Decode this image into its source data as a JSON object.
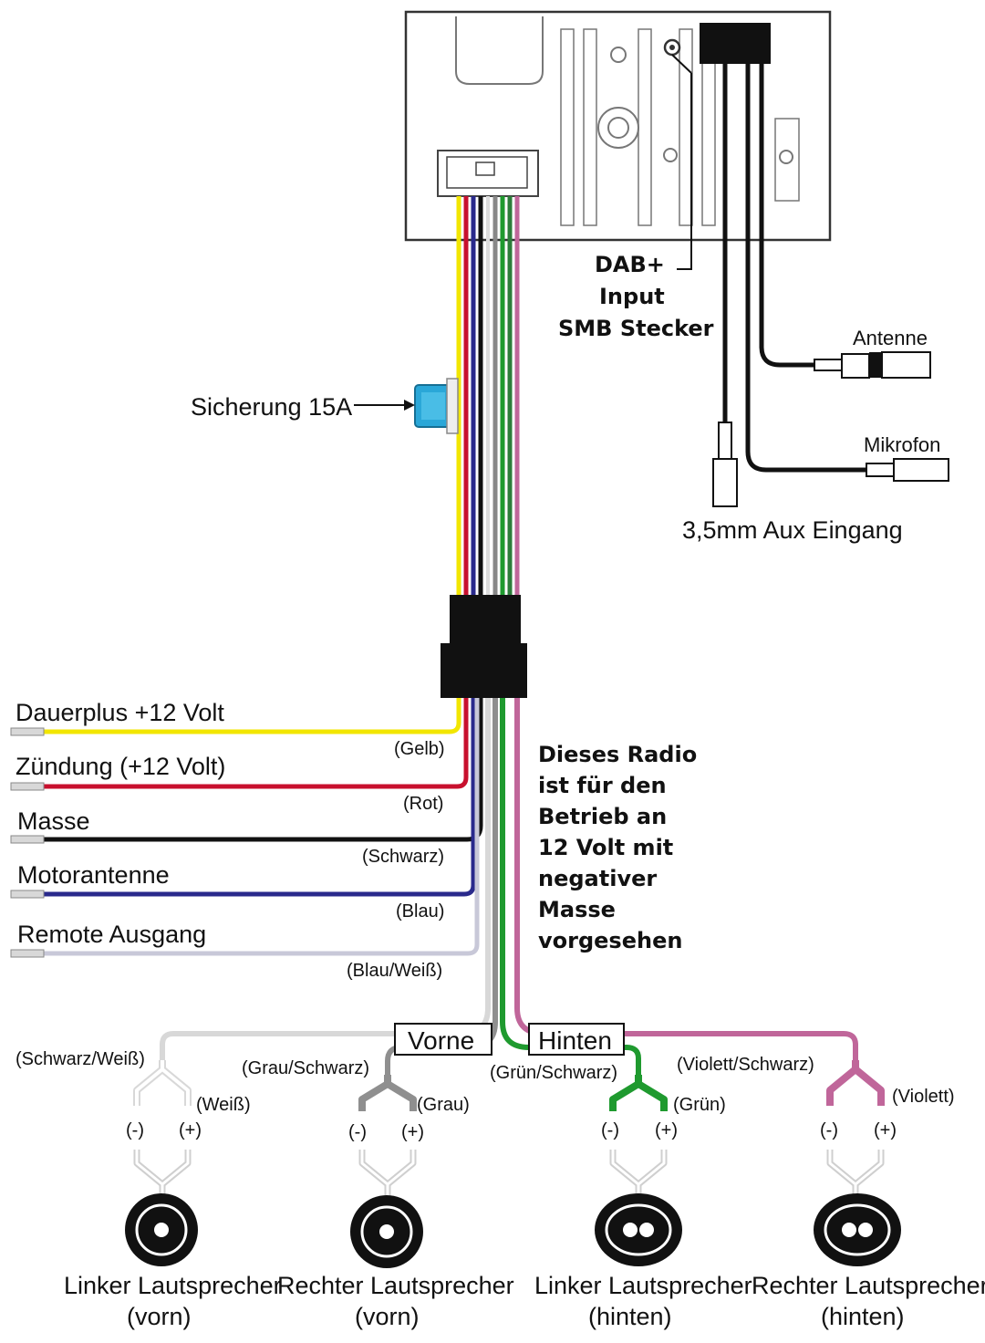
{
  "labels": {
    "dab": [
      "DAB+",
      "Input",
      "SMB Stecker"
    ],
    "antenne": "Antenne",
    "mikrofon": "Mikrofon",
    "aux": "3,5mm Aux Eingang",
    "sicherung": "Sicherung 15A",
    "note": [
      "Dieses Radio",
      "ist für den",
      "Betrieb an",
      "12 Volt mit",
      "negativer",
      "Masse",
      "vorgesehen"
    ],
    "vorne": "Vorne",
    "hinten": "Hinten"
  },
  "wires": [
    {
      "label": "Dauerplus +12 Volt",
      "color_name": "(Gelb)",
      "hex": "#f2e600"
    },
    {
      "label": "Zündung (+12 Volt)",
      "color_name": "(Rot)",
      "hex": "#c8102e"
    },
    {
      "label": "Masse",
      "color_name": "(Schwarz)",
      "hex": "#111111"
    },
    {
      "label": "Motorantenne",
      "color_name": "(Blau)",
      "hex": "#2a2a8c"
    },
    {
      "label": "Remote Ausgang",
      "color_name": "(Blau/Weiß)",
      "hex": "#c8c8d8"
    }
  ],
  "speaker_wire_labels": {
    "schwarz_weiss": "(Schwarz/Weiß)",
    "weiss": "(Weiß)",
    "grau_schwarz": "(Grau/Schwarz)",
    "grau": "(Grau)",
    "gruen_schwarz": "(Grün/Schwarz)",
    "gruen": "(Grün)",
    "violett_schwarz": "(Violett/Schwarz)",
    "violett": "(Violett)"
  },
  "polarity": {
    "minus": "(-)",
    "plus": "(+)"
  },
  "speakers": [
    {
      "line1": "Linker Lautsprecher",
      "line2": "(vorn)"
    },
    {
      "line1": "Rechter Lautsprecher",
      "line2": "(vorn)"
    },
    {
      "line1": "Linker Lautsprecher",
      "line2": "(hinten)"
    },
    {
      "line1": "Rechter Lautsprecher",
      "line2": "(hinten)"
    }
  ],
  "colors": {
    "yellow": "#f2e600",
    "red": "#c8102e",
    "black": "#111111",
    "blue": "#2a2a8c",
    "grey": "#8f8f8f",
    "green": "#1f9a2f",
    "violet": "#c0669a",
    "fuse": "#2aa7d8"
  }
}
